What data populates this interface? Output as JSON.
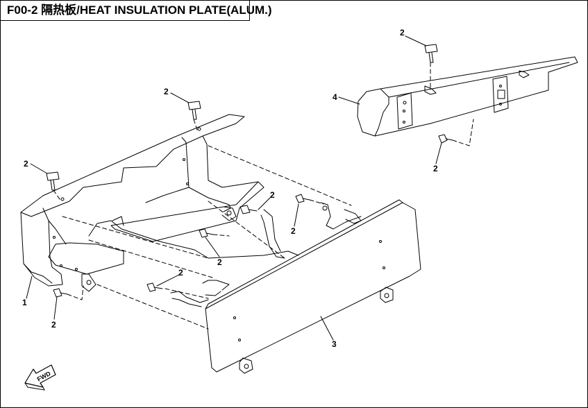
{
  "diagram": {
    "title": "F00-2 隔热板/HEAT INSULATION PLATE(ALUM.)",
    "forward_label": "FWD",
    "callouts": {
      "part_1": "1",
      "part_2": "2",
      "part_3": "3",
      "part_4": "4"
    }
  }
}
